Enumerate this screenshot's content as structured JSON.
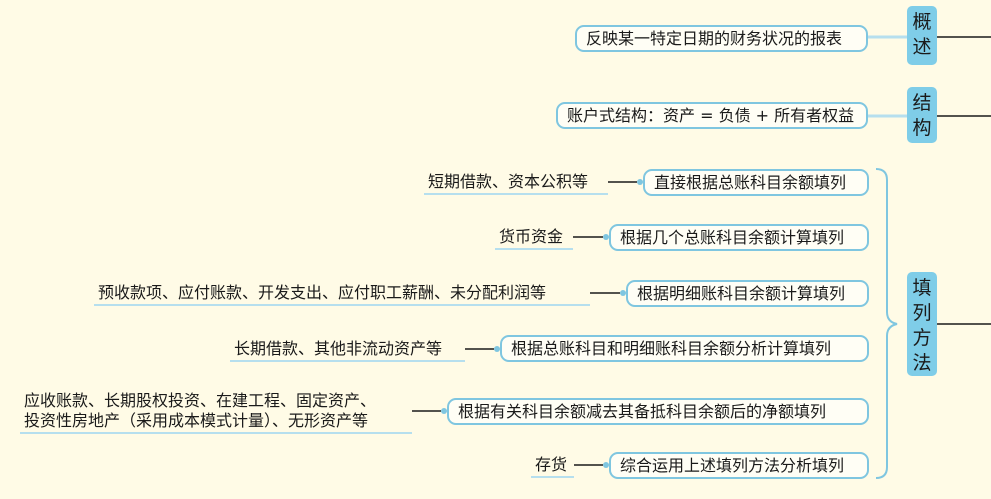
{
  "topics": [
    {
      "chars": [
        "概",
        "述"
      ],
      "desc": "反映某一特定日期的财务状况的报表"
    },
    {
      "chars": [
        "结",
        "构"
      ],
      "desc": "账户式结构：资产 = 负债 + 所有者权益"
    },
    {
      "chars": [
        "填",
        "列",
        "方",
        "法"
      ],
      "methods": [
        {
          "label": "直接根据总账科目余额填列",
          "items": [
            "短期借款、资本公积等"
          ]
        },
        {
          "label": "根据几个总账科目余额计算填列",
          "items": [
            "货币资金"
          ]
        },
        {
          "label": "根据明细账科目余额计算填列",
          "items": [
            "预收款项、应付账款、开发支出、应付职工薪酬、未分配利润等"
          ]
        },
        {
          "label": "根据总账科目和明细账科目余额分析计算填列",
          "items": [
            "长期借款、其他非流动资产等"
          ]
        },
        {
          "label": "根据有关科目余额减去其备抵科目余额后的净额填列",
          "items": [
            "应收账款、长期股权投资、在建工程、固定资产、",
            "投资性房地产（采用成本模式计量）、无形资产等"
          ]
        },
        {
          "label": "综合运用上述填列方法分析填列",
          "items": [
            "存货"
          ]
        }
      ]
    }
  ]
}
